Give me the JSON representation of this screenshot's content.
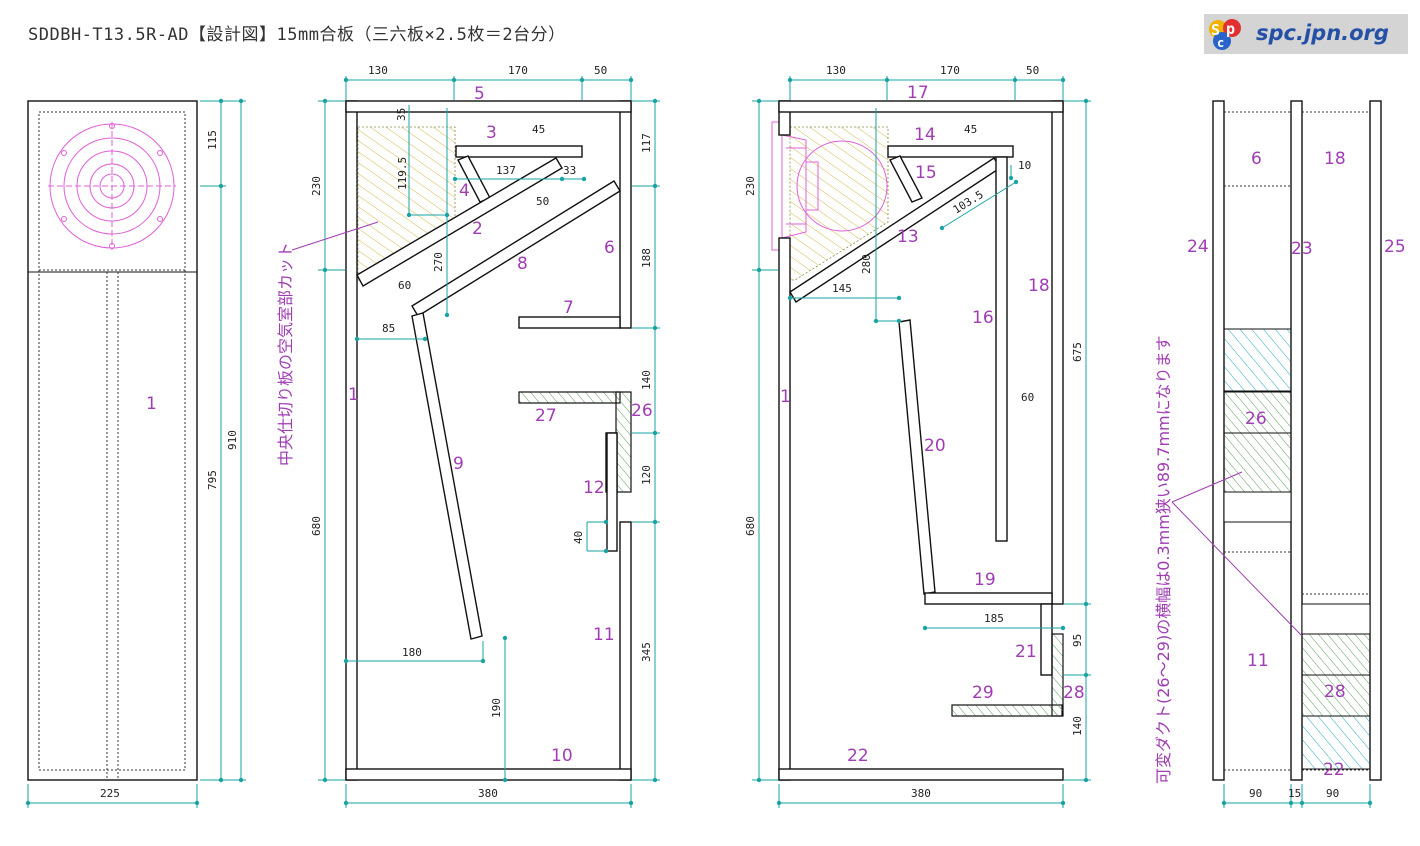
{
  "title": "SDDBH-T13.5R-AD【設計図】15mm合板（三六板×2.5枚＝2台分）",
  "logo": {
    "text": "spc.jpn.org"
  },
  "notes": {
    "center_cut": "中央仕切り板の空気室部カット",
    "duct": "可変ダクト(26～29)の横幅は0.3mm狭い89.7mmになります"
  },
  "colors": {
    "panel": "#111111",
    "dimension": "#1aa3a3",
    "label": "#a03cb4",
    "hatch_green": "#5aa05a",
    "hatch_blue": "#2ba6c9",
    "hatch_yellow": "#d8b84a",
    "speaker": "#e060d8"
  },
  "front_view": {
    "parts": [
      "1"
    ],
    "dims": {
      "width": "225",
      "height": "910",
      "upper": "115",
      "lower": "795"
    }
  },
  "section_left": {
    "parts": [
      "5",
      "3",
      "4",
      "2",
      "8",
      "6",
      "7",
      "1",
      "9",
      "27",
      "26",
      "12",
      "11",
      "10"
    ],
    "dims": {
      "top_a": "130",
      "top_b": "170",
      "top_c": "50",
      "d35": "35",
      "d45": "45",
      "d119": "119.5",
      "d137": "137",
      "d33": "33",
      "d50": "50",
      "d270": "270",
      "d60": "60",
      "d85": "85",
      "d230": "230",
      "d680": "680",
      "d117": "117",
      "d188": "188",
      "d140": "140",
      "d120": "120",
      "d40": "40",
      "d345": "345",
      "d180": "180",
      "d190": "190",
      "width": "380"
    }
  },
  "section_right": {
    "parts": [
      "17",
      "14",
      "15",
      "13",
      "1",
      "16",
      "18",
      "20",
      "19",
      "21",
      "29",
      "28",
      "22"
    ],
    "dims": {
      "top_a": "130",
      "top_b": "170",
      "top_c": "50",
      "d45": "45",
      "d10": "10",
      "d103": "103.5",
      "d280": "280",
      "d145": "145",
      "d230": "230",
      "d680": "680",
      "d675": "675",
      "d60": "60",
      "d185": "185",
      "d95": "95",
      "d140": "140",
      "width": "380"
    }
  },
  "side_view": {
    "parts": [
      "24",
      "6",
      "23",
      "18",
      "25",
      "26",
      "11",
      "28",
      "22"
    ],
    "dims": {
      "a": "90",
      "b": "15",
      "c": "90"
    }
  }
}
